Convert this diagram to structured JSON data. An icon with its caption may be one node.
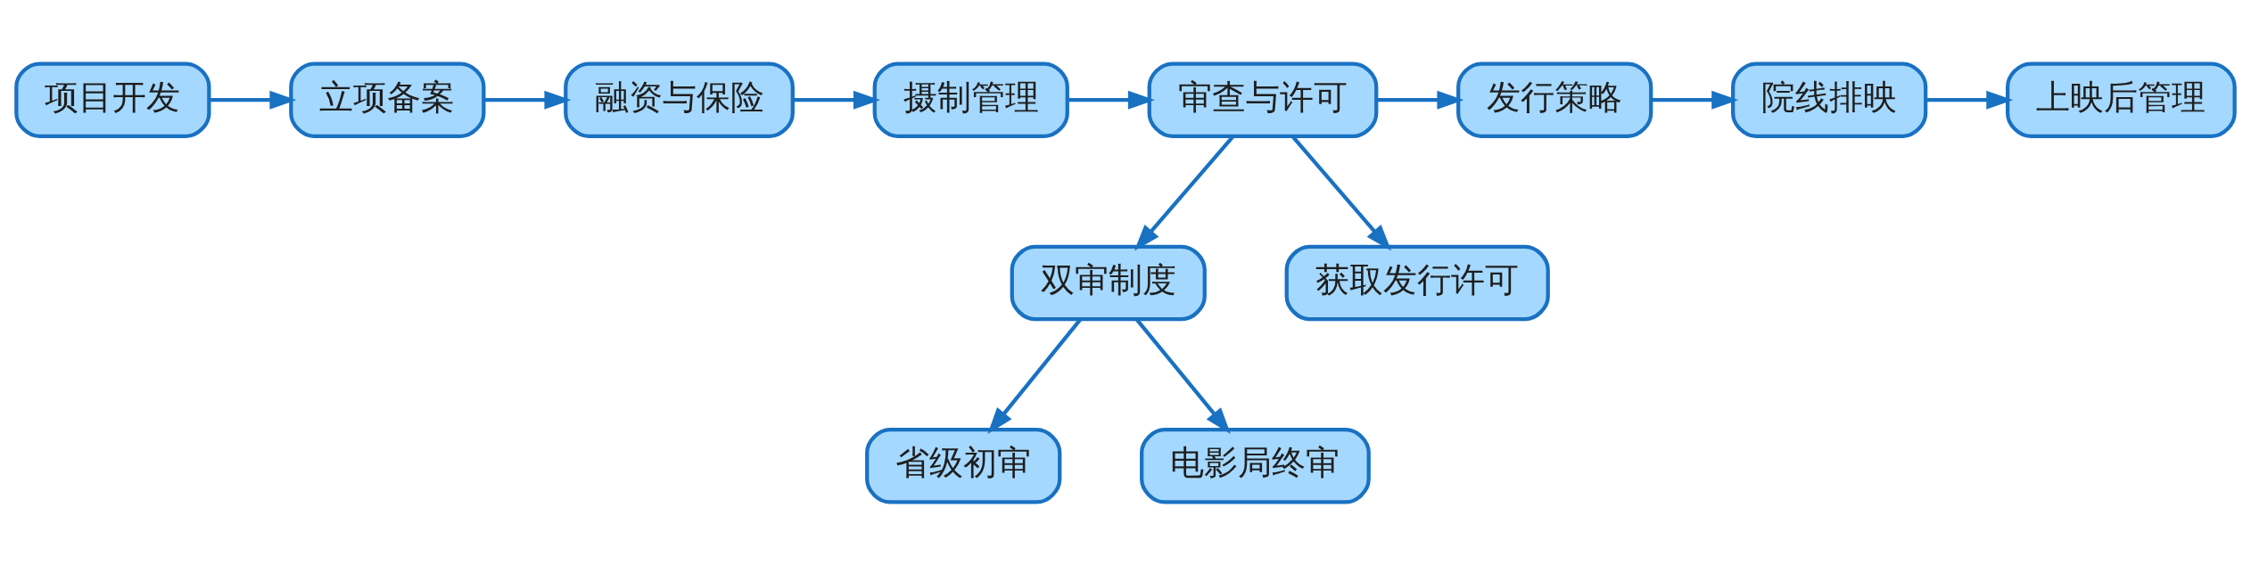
{
  "diagram": {
    "nodes": [
      {
        "text": [
          "项目开发"
        ]
      },
      {
        "text": [
          "立项备案"
        ]
      },
      {
        "text": [
          "融资与保险"
        ]
      },
      {
        "text": [
          "摄制管理"
        ]
      },
      {
        "text": [
          "审查与许可"
        ]
      },
      {
        "text": [
          "发行策略"
        ]
      },
      {
        "text": [
          "院线排映"
        ]
      },
      {
        "text": [
          "上映后管理"
        ]
      },
      {
        "text": [
          "双审制度"
        ]
      },
      {
        "text": [
          "获取发行许可"
        ]
      },
      {
        "text": [
          "省级初审"
        ]
      },
      {
        "text": [
          "电影局终审"
        ]
      }
    ],
    "edges": [
      {
        "from": 0,
        "to": 1,
        "arrow": "to"
      },
      {
        "from": 1,
        "to": 2,
        "arrow": "to"
      },
      {
        "from": 2,
        "to": 3,
        "arrow": "to"
      },
      {
        "from": 3,
        "to": 4,
        "arrow": "to"
      },
      {
        "from": 4,
        "to": 5,
        "arrow": "to"
      },
      {
        "from": 5,
        "to": 6,
        "arrow": "to"
      },
      {
        "from": 6,
        "to": 7,
        "arrow": "to"
      },
      {
        "from": 4,
        "to": 8,
        "arrow": "to"
      },
      {
        "from": 4,
        "to": 9,
        "arrow": "to"
      },
      {
        "from": 8,
        "to": 10,
        "arrow": "to"
      },
      {
        "from": 8,
        "to": 11,
        "arrow": "to"
      }
    ]
  }
}
